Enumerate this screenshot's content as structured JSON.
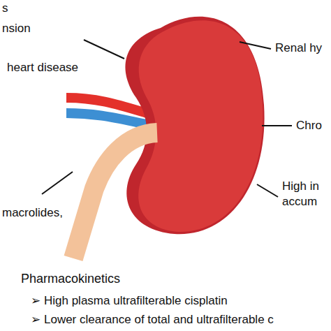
{
  "diagram": {
    "labels": [
      "s",
      "nsion",
      "heart disease",
      "Renal hy",
      "Chro",
      "High in accum",
      "macrolides,",
      "Pharmacokinetics",
      "➢ High plasma ultrafilterable cisplatin",
      "➢ Lower clearance of total and ultrafilterable c"
    ]
  }
}
